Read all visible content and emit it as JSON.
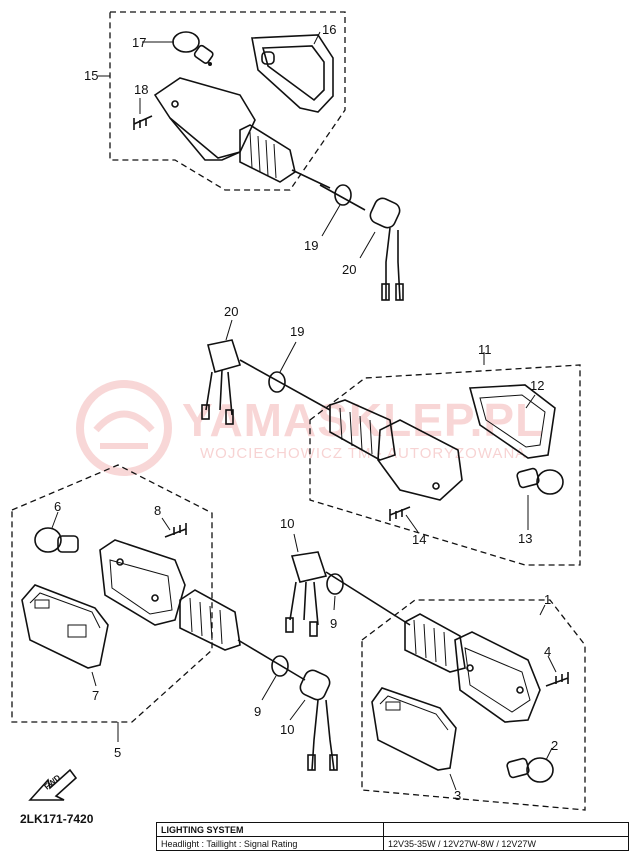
{
  "catalog_code": "2LK171-7420",
  "watermark": {
    "brand": "YAMASKLEP.PL",
    "subtitle": "WOJCIECHOWICZ TM - AUTORYZOWANA"
  },
  "front_label": "FWD",
  "callouts": {
    "c1": "1",
    "c2": "2",
    "c3": "3",
    "c4": "4",
    "c5": "5",
    "c6": "6",
    "c7": "7",
    "c8": "8",
    "c9a": "9",
    "c9b": "9",
    "c10a": "10",
    "c10b": "10",
    "c11": "11",
    "c12": "12",
    "c13": "13",
    "c14": "14",
    "c15": "15",
    "c16": "16",
    "c17": "17",
    "c18": "18",
    "c19a": "19",
    "c19b": "19",
    "c20a": "20",
    "c20b": "20"
  },
  "spec_table": {
    "header": "LIGHTING SYSTEM",
    "row_label": "Headlight : Taillight : Signal Rating",
    "row_value": "12V35-35W / 12V27W-8W / 12V27W"
  },
  "colors": {
    "ink": "#111111",
    "watermark": "#f3b6b6"
  }
}
